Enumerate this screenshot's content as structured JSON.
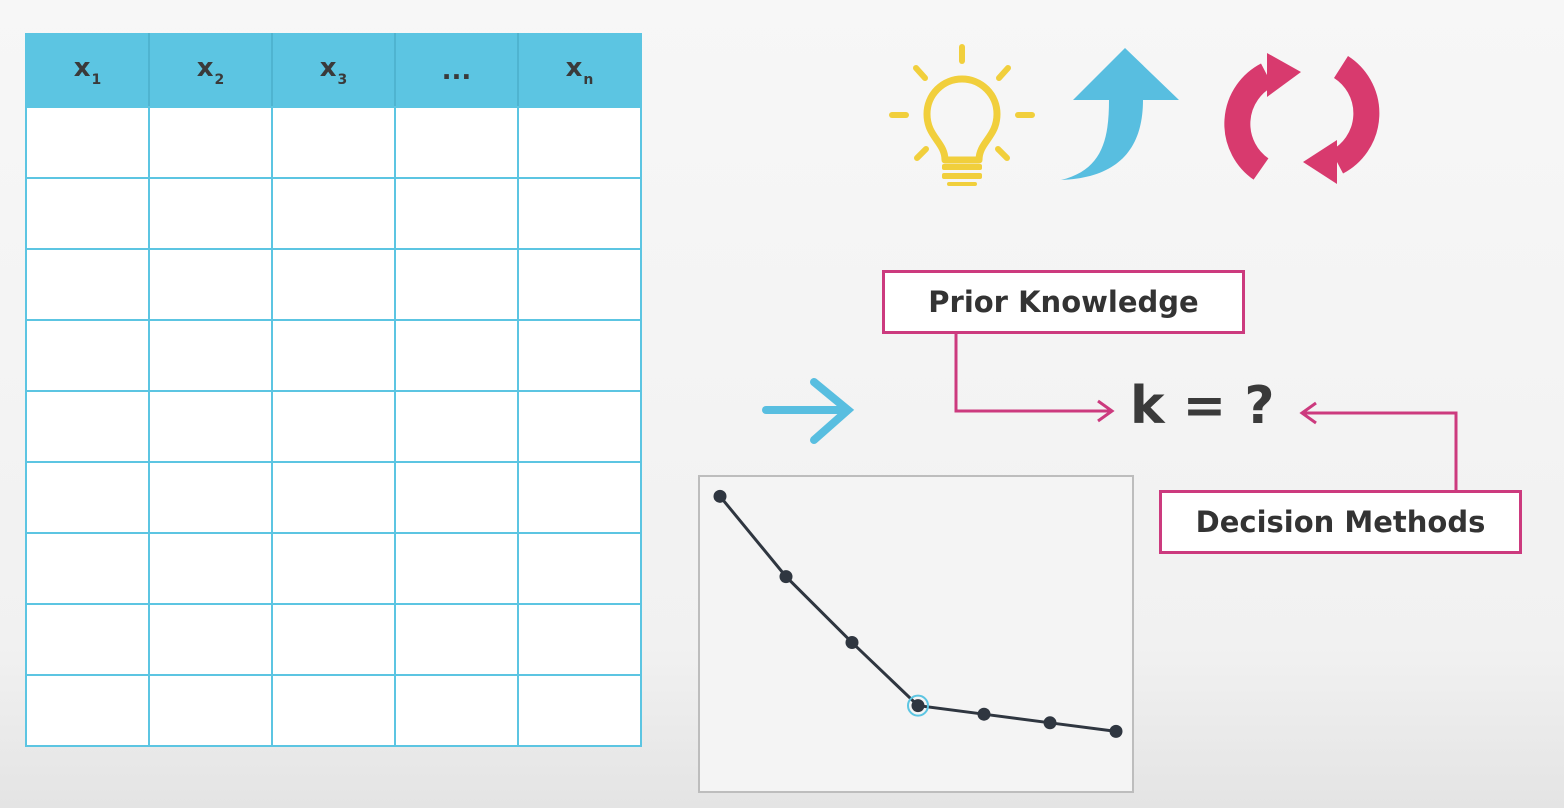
{
  "table": {
    "headers": [
      {
        "base": "x",
        "sub": "1"
      },
      {
        "base": "x",
        "sub": "2"
      },
      {
        "base": "x",
        "sub": "3"
      },
      {
        "base": "...",
        "sub": ""
      },
      {
        "base": "x",
        "sub": "n"
      }
    ],
    "empty_row_count": 9
  },
  "icons": [
    "lightbulb-icon",
    "up-arrow-icon",
    "cycle-arrows-icon",
    "right-arrow-icon"
  ],
  "colors": {
    "accent_blue": "#5cc5e2",
    "bulb_yellow": "#f1cf3c",
    "magenta": "#cc3a7e",
    "cycle_pink": "#d83a6e"
  },
  "labels": {
    "prior_knowledge": "Prior Knowledge",
    "decision_methods": "Decision Methods",
    "k_question": "k = ?"
  },
  "chart_data": {
    "type": "line",
    "x": [
      1,
      2,
      3,
      4,
      5,
      6,
      7
    ],
    "series": [
      {
        "values": [
          100,
          72,
          49,
          27,
          24,
          21,
          18
        ]
      }
    ],
    "highlighted_index": 3,
    "ylim": [
      0,
      105
    ],
    "grid": false
  }
}
